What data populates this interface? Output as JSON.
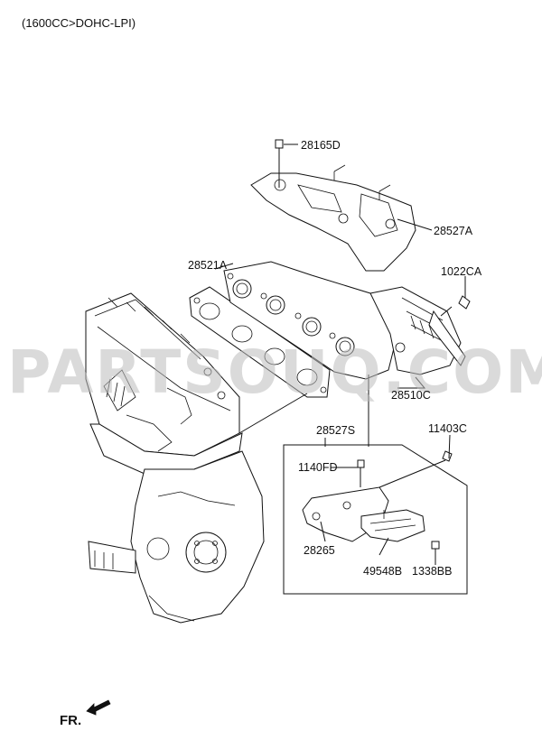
{
  "header": {
    "engine_label": "(1600CC>DOHC-LPI)"
  },
  "watermark": {
    "text": "PARTSOUQ.COM"
  },
  "direction": {
    "label": "FR."
  },
  "parts": {
    "p28165D": "28165D",
    "p28527A": "28527A",
    "p28521A": "28521A",
    "p1022CA": "1022CA",
    "p28510C": "28510C",
    "p28527S": "28527S",
    "p11403C": "11403C",
    "p1140FD": "1140FD",
    "p28265": "28265",
    "p49548B": "49548B",
    "p1338BB": "1338BB"
  }
}
